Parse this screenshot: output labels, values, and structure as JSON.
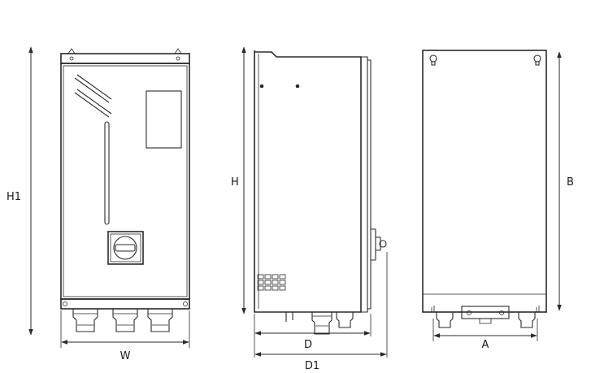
{
  "dimensions": {
    "front": {
      "height": "H1",
      "width": "W"
    },
    "side": {
      "height": "H",
      "depth": "D",
      "depth_total": "D1"
    },
    "back": {
      "height": "B",
      "hole_spacing": "A"
    }
  }
}
